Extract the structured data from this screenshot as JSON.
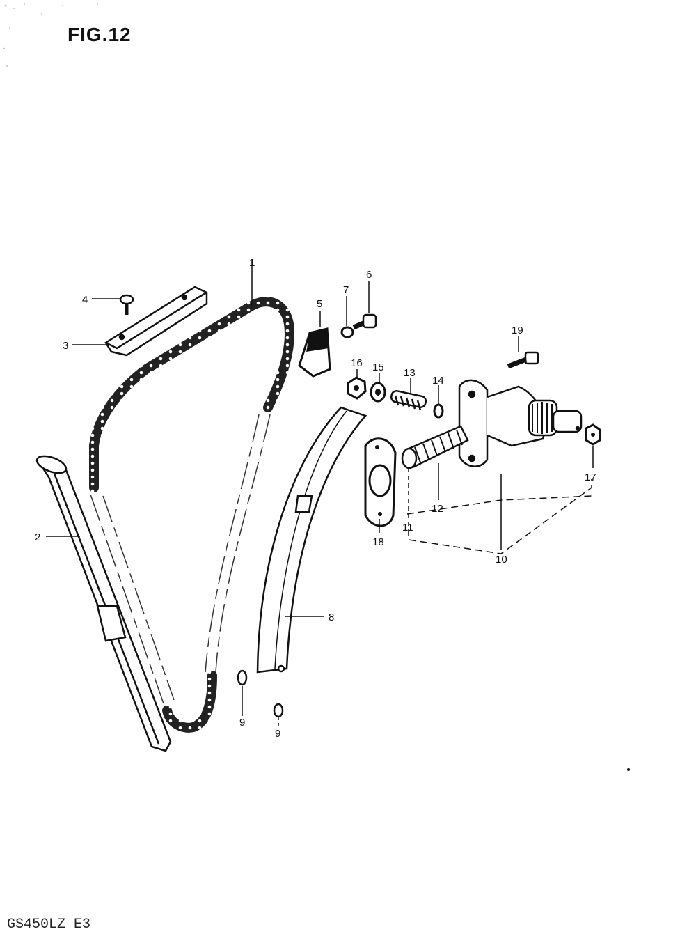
{
  "figure": {
    "title": "FIG.12",
    "model": "GS450LZ E3"
  },
  "callouts": [
    {
      "key": "c1",
      "text": "1"
    },
    {
      "key": "c2",
      "text": "2"
    },
    {
      "key": "c3",
      "text": "3"
    },
    {
      "key": "c4",
      "text": "4"
    },
    {
      "key": "c5",
      "text": "5"
    },
    {
      "key": "c6",
      "text": "6"
    },
    {
      "key": "c7",
      "text": "7"
    },
    {
      "key": "c8",
      "text": "8"
    },
    {
      "key": "c9a",
      "text": "9"
    },
    {
      "key": "c9b",
      "text": "9"
    },
    {
      "key": "c10",
      "text": "10"
    },
    {
      "key": "c11",
      "text": "11"
    },
    {
      "key": "c12",
      "text": "12"
    },
    {
      "key": "c13",
      "text": "13"
    },
    {
      "key": "c14",
      "text": "14"
    },
    {
      "key": "c15",
      "text": "15"
    },
    {
      "key": "c16",
      "text": "16"
    },
    {
      "key": "c17",
      "text": "17"
    },
    {
      "key": "c18",
      "text": "18"
    },
    {
      "key": "c19",
      "text": "19"
    }
  ]
}
